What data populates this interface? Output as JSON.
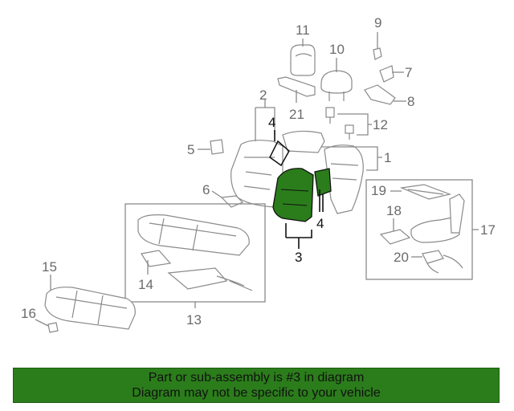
{
  "colors": {
    "highlight": "#2b7d1b",
    "banner": "#2b7d1b",
    "line": "#8a8a8a",
    "text": "#6b6b6b"
  },
  "callouts": {
    "c1": "1",
    "c2": "2",
    "c3": "3",
    "c4a": "4",
    "c4b": "4",
    "c5": "5",
    "c6": "6",
    "c7": "7",
    "c8": "8",
    "c9": "9",
    "c10": "10",
    "c11": "11",
    "c12": "12",
    "c13": "13",
    "c14": "14",
    "c15": "15",
    "c16": "16",
    "c17": "17",
    "c18": "18",
    "c19": "19",
    "c20": "20",
    "c21": "21"
  },
  "banner": {
    "line1": "Part or sub-assembly is #3 in diagram",
    "line2": "Diagram may not be specific to your vehicle"
  }
}
